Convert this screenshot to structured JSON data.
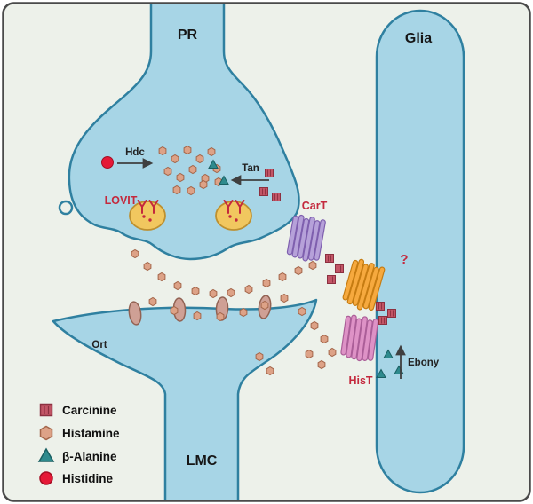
{
  "diagram": {
    "cells": {
      "pr": "PR",
      "glia": "Glia",
      "lmc": "LMC"
    },
    "labels": {
      "hdc": "Hdc",
      "tan": "Tan",
      "ebony": "Ebony",
      "ort": "Ort",
      "lovit": "LOVIT",
      "cart": "CarT",
      "hist": "HisT",
      "unknown": "?"
    },
    "legend": [
      {
        "name": "carcinine",
        "label": "Carcinine",
        "shape": "square"
      },
      {
        "name": "histamine",
        "label": "Histamine",
        "shape": "hexagon"
      },
      {
        "name": "beta-alanine",
        "label": "β-Alanine",
        "shape": "triangle"
      },
      {
        "name": "histidine",
        "label": "Histidine",
        "shape": "circle"
      }
    ],
    "colors": {
      "background": "#edf1ea",
      "frame": "#4a4a4a",
      "cell_fill": "#a7d5e6",
      "cell_stroke": "#2f80a0",
      "carcinine": "#c25566",
      "carcinine_stroke": "#8c3040",
      "histamine": "#dda287",
      "histamine_stroke": "#a4664a",
      "beta_alanine": "#2e8a8d",
      "beta_alanine_stroke": "#195f62",
      "histidine": "#e51937",
      "histidine_stroke": "#a50e24",
      "cart_fill": "#b6a1d9",
      "cart_stroke": "#7e5fae",
      "unknown_fill": "#f6a93e",
      "unknown_stroke": "#c67c12",
      "hist_fill": "#de92c6",
      "hist_stroke": "#ab5e98",
      "ort_fill": "#cfa095",
      "ort_stroke": "#926253",
      "vesicle_fill": "#f1c75f",
      "vesicle_stroke": "#bd9030",
      "label_red": "#c4293d",
      "arrow": "#3f3f3f"
    }
  }
}
